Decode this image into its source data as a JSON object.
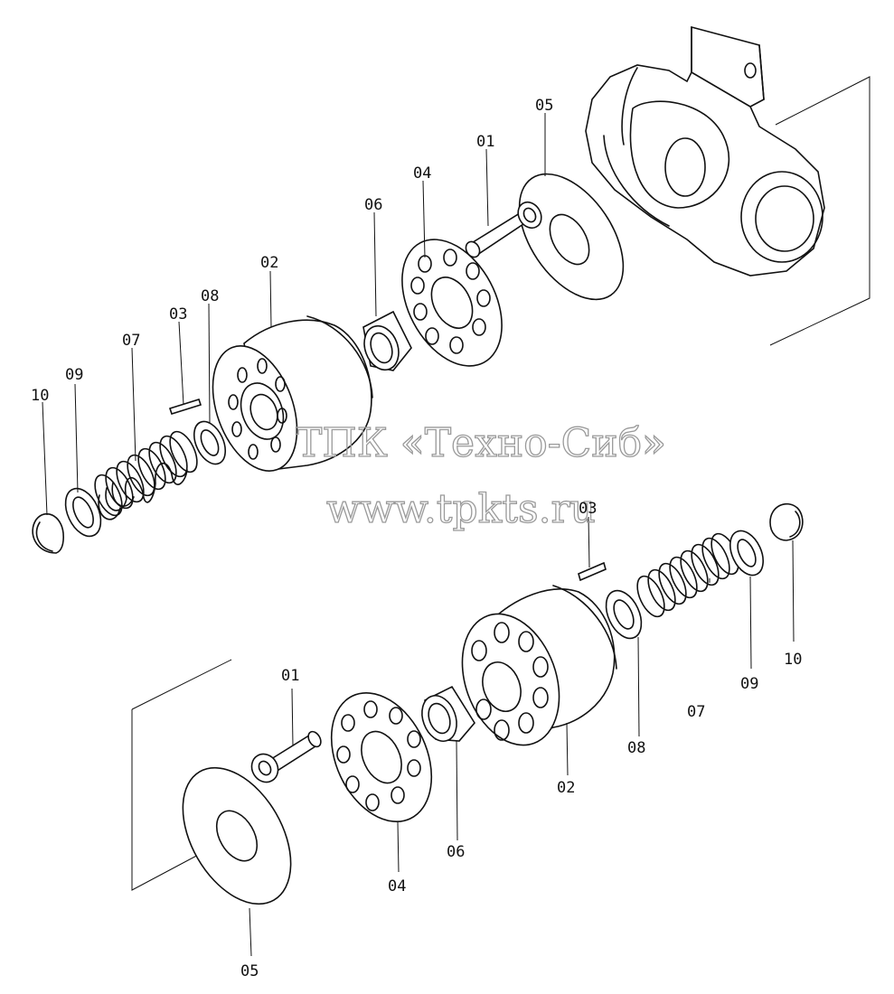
{
  "watermark": {
    "line1": "ТПК «Техно-Сиб»",
    "line2": "www.tpkts.ru"
  },
  "labels": {
    "upper": {
      "p10": "10",
      "p09": "09",
      "p07": "07",
      "p03": "03",
      "p08": "08",
      "p02": "02",
      "p06": "06",
      "p04": "04",
      "p01": "01",
      "p05": "05"
    },
    "lower": {
      "p03": "03",
      "p10": "10",
      "p09": "09",
      "p07": "07",
      "p08": "08",
      "p02": "02",
      "p06": "06",
      "p04": "04",
      "p01": "01",
      "p05": "05"
    }
  }
}
